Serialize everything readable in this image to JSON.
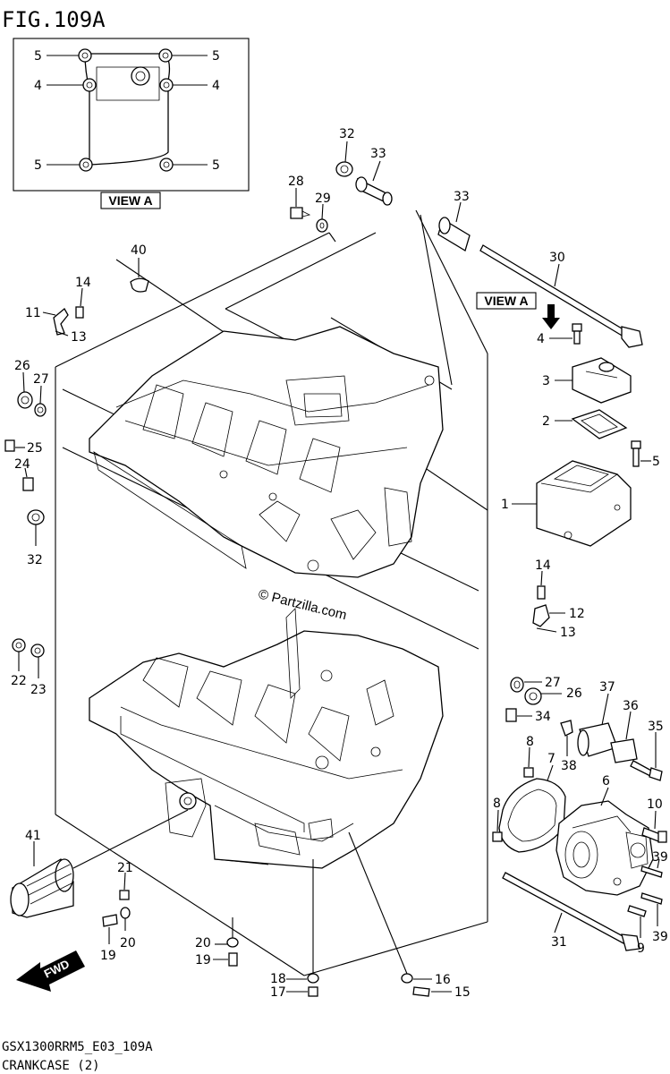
{
  "figure": {
    "title": "FIG.109A"
  },
  "view_box": {
    "label": "VIEW A"
  },
  "view_arrow": {
    "label": "VIEW A"
  },
  "watermark": "© Partzilla.com",
  "footer": {
    "code": "GSX1300RRM5_E03_109A",
    "name": "CRANKCASE (2)"
  },
  "fwd": {
    "label": "FWD"
  },
  "callouts": {
    "v5a": "5",
    "v5b": "5",
    "v4a": "4",
    "v4b": "4",
    "v5c": "5",
    "v5d": "5",
    "c32a": "32",
    "c33a": "33",
    "c28": "28",
    "c29": "29",
    "c33b": "33",
    "c30": "30",
    "c40": "40",
    "c14a": "14",
    "c11": "11",
    "c13a": "13",
    "c26a": "26",
    "c27a": "27",
    "c25": "25",
    "c24": "24",
    "c32b": "32",
    "c4": "4",
    "c3": "3",
    "c2": "2",
    "c5": "5",
    "c1": "1",
    "c14b": "14",
    "c12": "12",
    "c13b": "13",
    "c22": "22",
    "c23": "23",
    "c27b": "27",
    "c26b": "26",
    "c37": "37",
    "c36": "36",
    "c35": "35",
    "c34": "34",
    "c8a": "8",
    "c7": "7",
    "c38": "38",
    "c6": "6",
    "c8b": "8",
    "c10": "10",
    "c39a": "39",
    "c39b": "39",
    "c31": "31",
    "c9": "9",
    "c41": "41",
    "c21": "21",
    "c20a": "20",
    "c19a": "19",
    "c20b": "20",
    "c19b": "19",
    "c18": "18",
    "c17": "17",
    "c16": "16",
    "c15": "15"
  }
}
